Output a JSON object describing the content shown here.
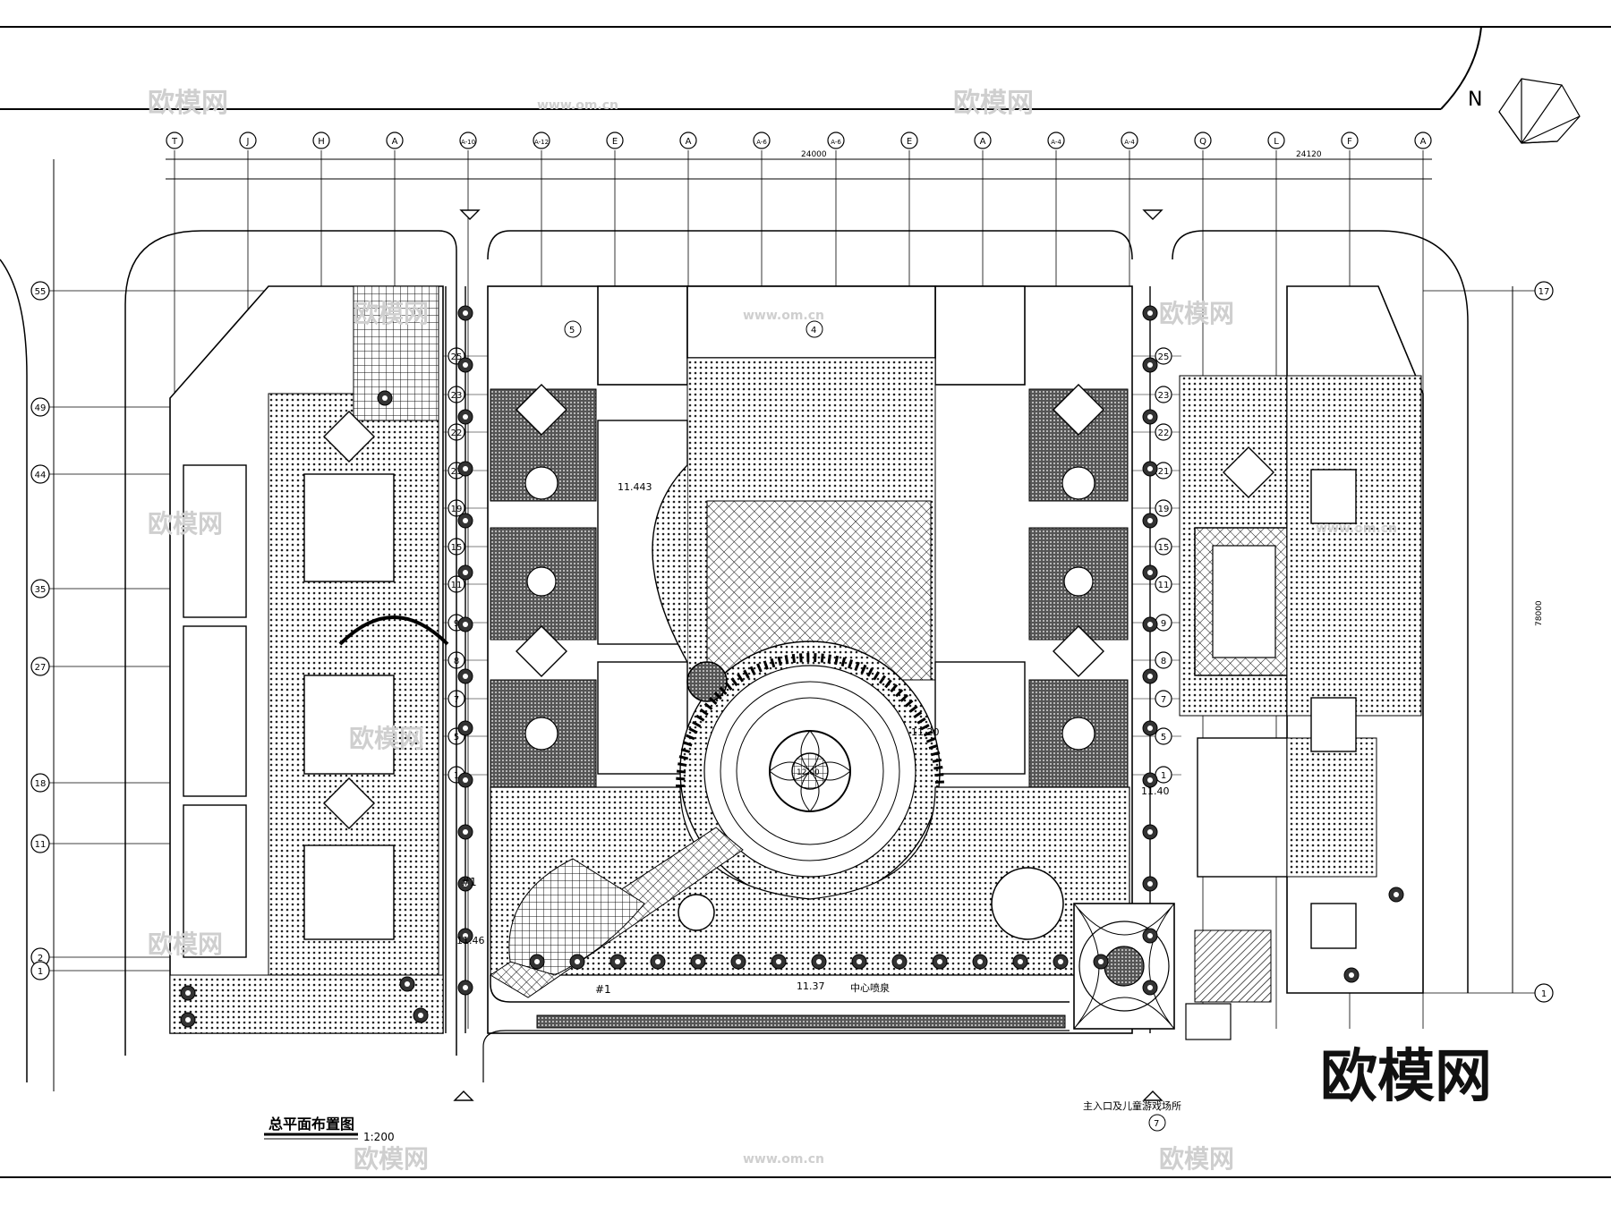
{
  "drawing": {
    "title": "总平面布置图",
    "scale": "1:200",
    "north_label": "N",
    "brand": "欧模网",
    "watermark_text": "欧模网",
    "watermark_url": "www.om.cn"
  },
  "top_axes": [
    "T",
    "J",
    "H",
    "A",
    "A-10",
    "A-12",
    "E",
    "A",
    "A-6",
    "A-6",
    "E",
    "A",
    "A-4",
    "A-4",
    "Q",
    "L",
    "F",
    "A"
  ],
  "left_axes": [
    "55",
    "49",
    "44",
    "35",
    "27",
    "18",
    "11",
    "2",
    "1"
  ],
  "mid_axes": [
    "25",
    "23",
    "22",
    "21",
    "19",
    "15",
    "11",
    "9",
    "8",
    "7",
    "5",
    "1"
  ],
  "right_axes": [
    "17",
    "1"
  ],
  "labels": {
    "fountain": "中心喷泉",
    "entrance_note": "主入口及儿童游戏场所",
    "road_a": "#1",
    "road_b": "#1",
    "elev_1": "11.46",
    "elev_2": "11.37",
    "elev_3": "11.40",
    "elev_4": "11.20",
    "elev_5": "11.443",
    "elev_c": "12.00",
    "dim_top_1": "24000",
    "dim_top_2": "24120",
    "dim_right": "78000",
    "callout": "4",
    "callout_7": "7",
    "callout_5": "5"
  },
  "colors": {
    "ink": "#000000",
    "hatch": "#444444",
    "watermark": "#cfcfcf"
  }
}
